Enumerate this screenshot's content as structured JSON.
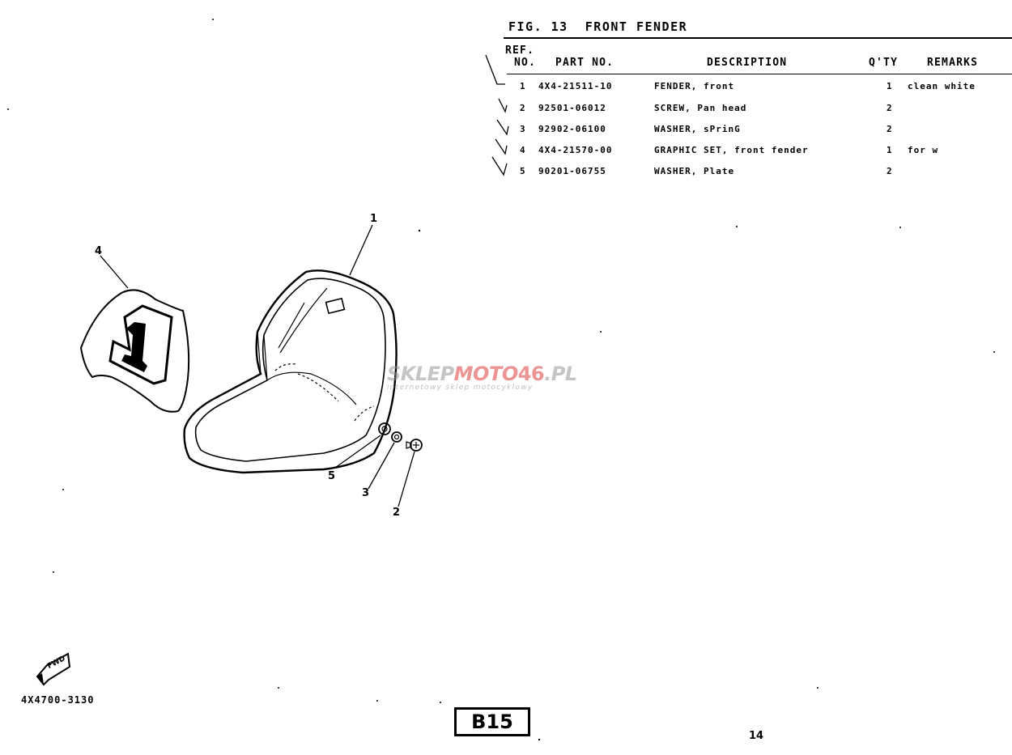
{
  "figure": {
    "title": "FIG. 13  FRONT FENDER"
  },
  "table": {
    "headers": {
      "ref_line1": "REF.",
      "ref_line2": "NO.",
      "part_no": "PART NO.",
      "description": "DESCRIPTION",
      "qty": "Q'TY",
      "remarks": "REMARKS"
    },
    "rows": [
      {
        "ref": "1",
        "part_no": "4X4-21511-10",
        "description": "FENDER, front",
        "qty": "1",
        "remarks": "clean white"
      },
      {
        "ref": "2",
        "part_no": "92501-06012",
        "description": "SCREW, Pan head",
        "qty": "2",
        "remarks": ""
      },
      {
        "ref": "3",
        "part_no": "92902-06100",
        "description": "WASHER, sPrinG",
        "qty": "2",
        "remarks": ""
      },
      {
        "ref": "4",
        "part_no": "4X4-21570-00",
        "description": "GRAPHIC SET, front fender",
        "qty": "1",
        "remarks": "for w"
      },
      {
        "ref": "5",
        "part_no": "90201-06755",
        "description": "WASHER, Plate",
        "qty": "2",
        "remarks": ""
      }
    ]
  },
  "diagram": {
    "callouts": [
      "1",
      "2",
      "3",
      "4",
      "5"
    ],
    "graphic_number": "1",
    "fwd_label": "FWD"
  },
  "footer": {
    "page_code": "4X4700-3130",
    "section_box": "B15",
    "page_number": "14"
  },
  "watermark": {
    "part1": "SKLEP",
    "part2": "MOTO",
    "part3": "46",
    "part4": ".PL",
    "subtitle": "internetowy sklep motocyklowy"
  }
}
